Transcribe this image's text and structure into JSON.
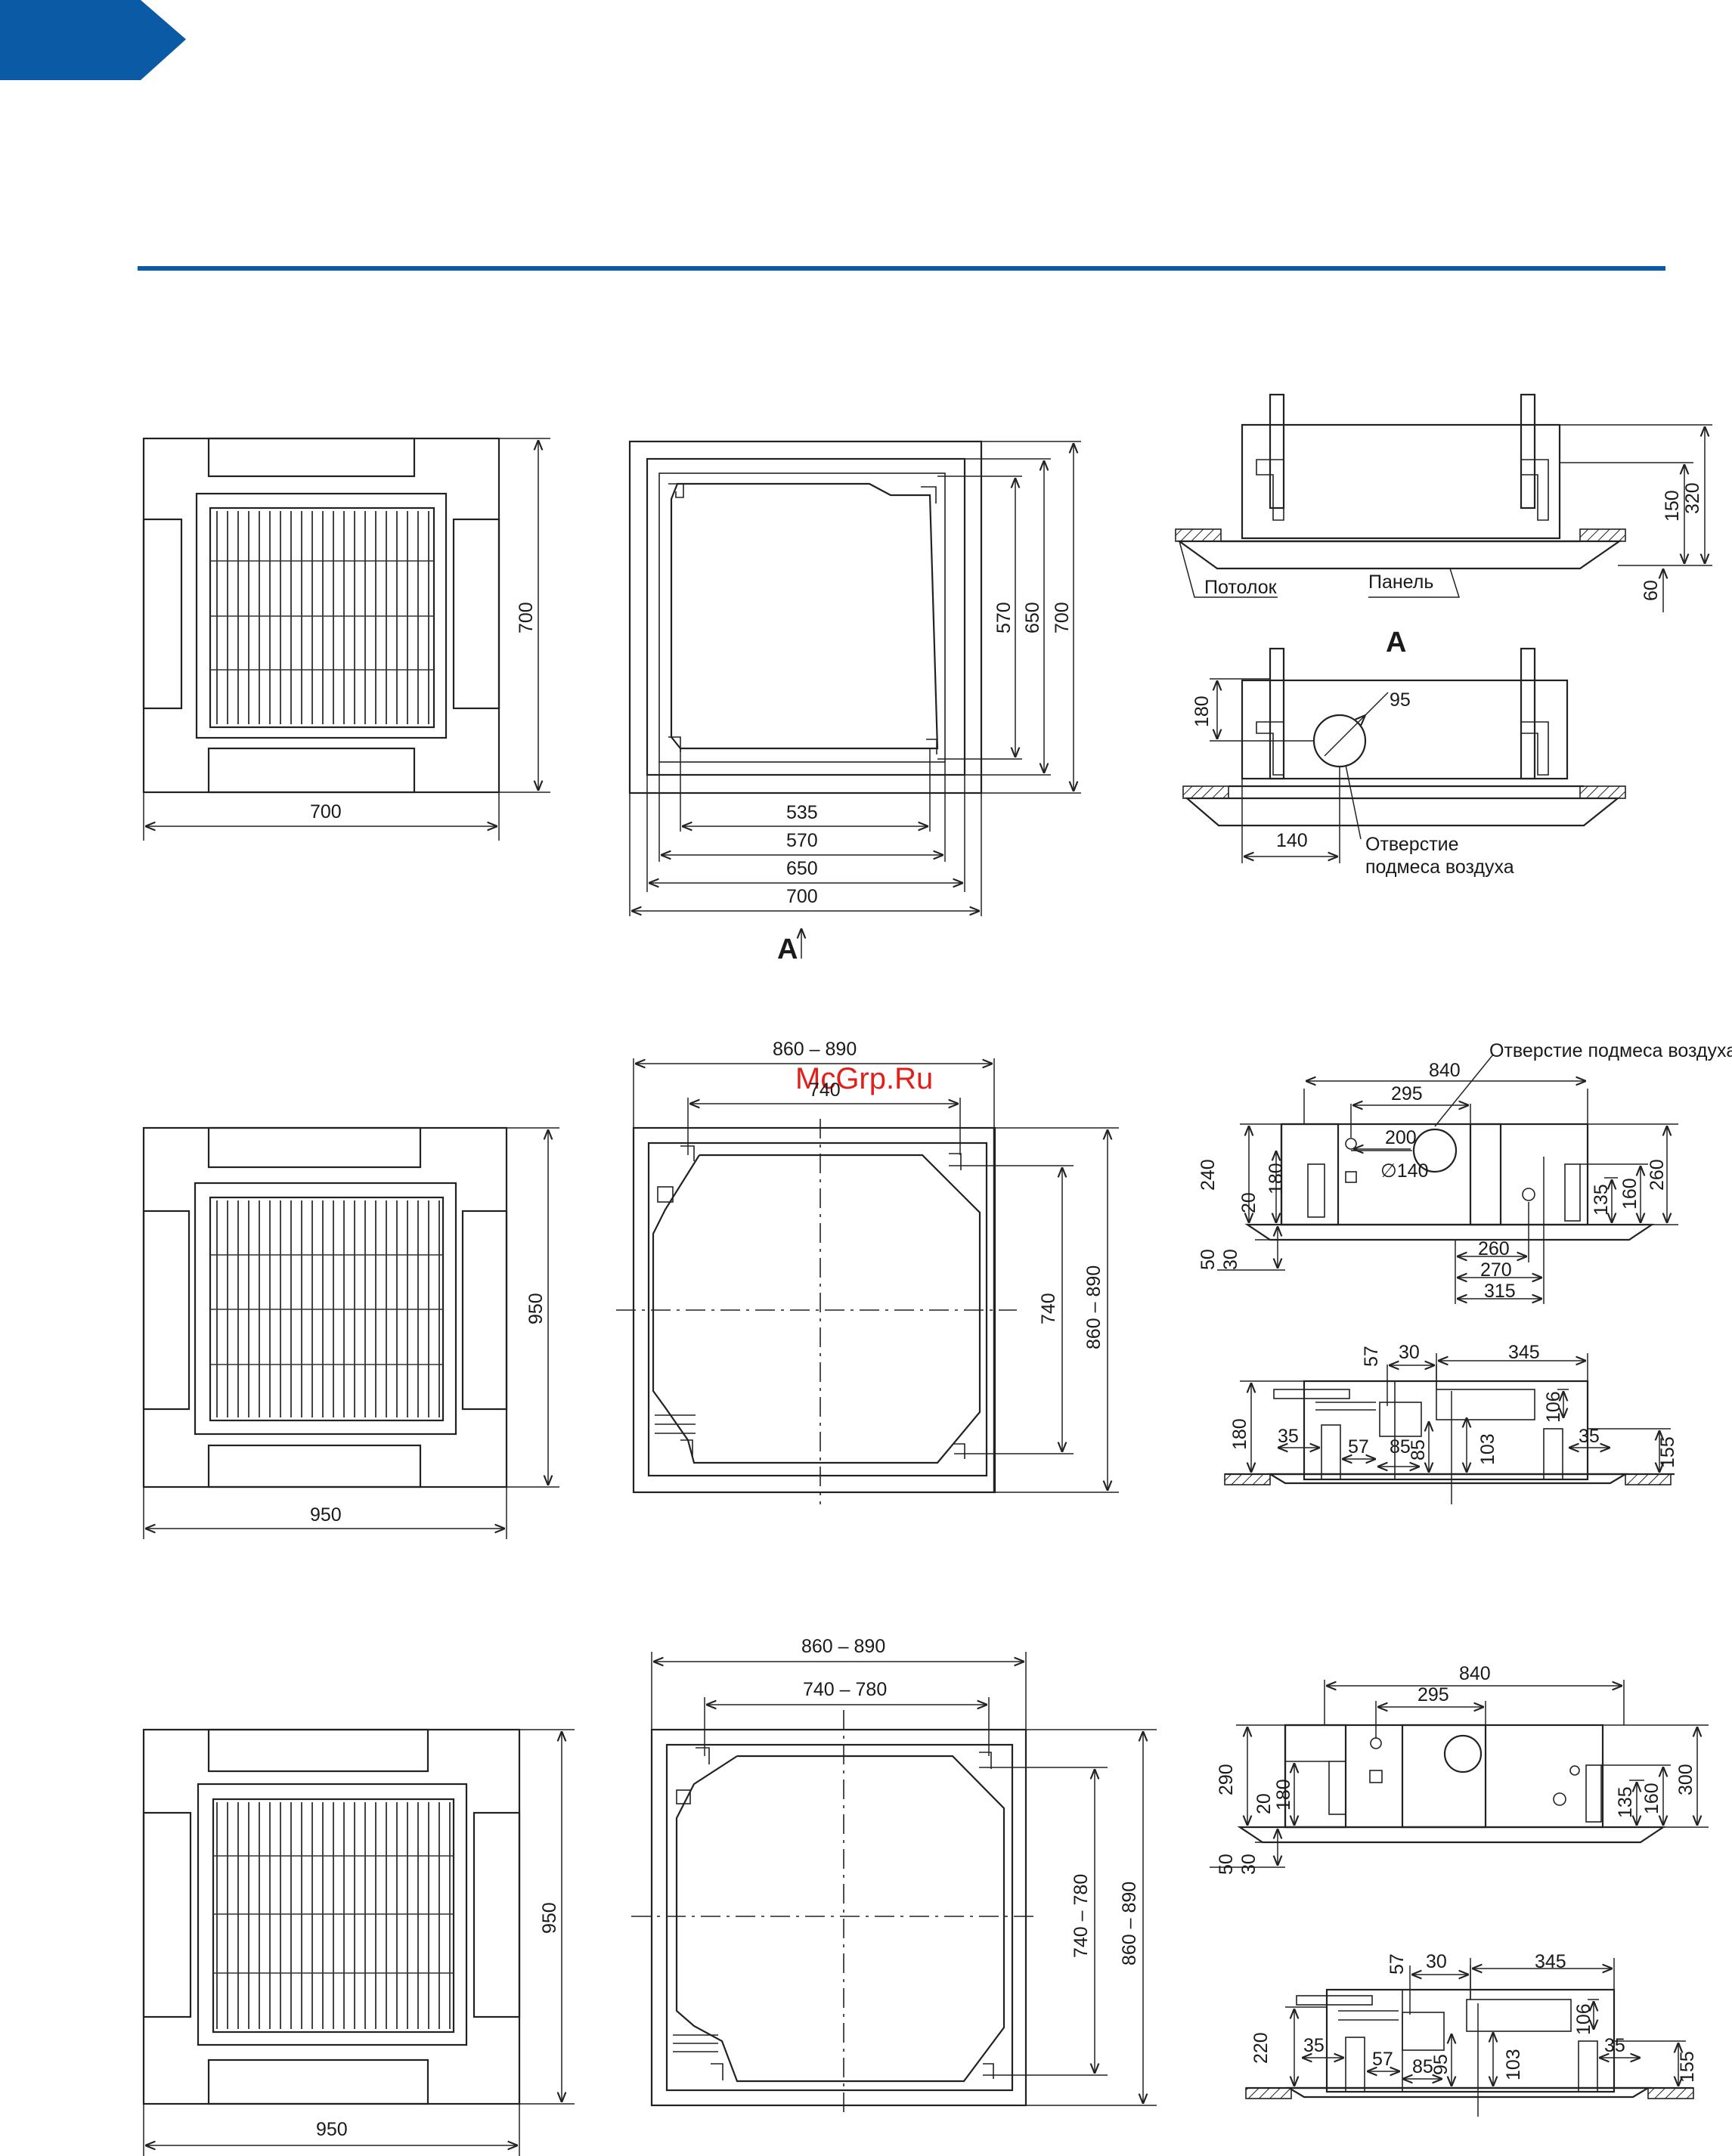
{
  "header": {
    "tab_color": "#0b5aa5",
    "rule_color": "#0b5aa5"
  },
  "watermark": {
    "text": "McGrp.Ru"
  },
  "unit1": {
    "front": {
      "width": "700",
      "height": "700"
    },
    "plan": {
      "w535": "535",
      "w570": "570",
      "w650": "650",
      "w700": "700",
      "h570": "570",
      "h650": "650",
      "h700": "700",
      "view_arrow": "A"
    },
    "section": {
      "h150": "150",
      "h320": "320",
      "h60": "60",
      "ceiling": "Потолок",
      "panel": "Панель",
      "view_a": "A"
    },
    "view_a": {
      "h180": "180",
      "d95": "95",
      "w140": "140",
      "fresh_air_l1": "Отверстие",
      "fresh_air_l2": "подмеса воздуха"
    }
  },
  "unit2": {
    "front": {
      "width": "950",
      "height": "950"
    },
    "plan": {
      "top": "860 – 890",
      "inner": "740",
      "h740": "740",
      "h860": "860 – 890"
    },
    "side": {
      "fresh_air": "Отверстие подмеса воздуха",
      "w840": "840",
      "w295": "295",
      "w200": "200",
      "dia": "∅140",
      "h240": "240",
      "h180": "180",
      "h20": "20",
      "h50": "50",
      "h30": "30",
      "h135": "135",
      "h160": "160",
      "h260": "260",
      "w260": "260",
      "w270": "270",
      "w315": "315"
    },
    "rear": {
      "h57": "57",
      "w30": "30",
      "w345": "345",
      "h106": "106",
      "h180": "180",
      "w35a": "35",
      "w57": "57",
      "w85": "85",
      "h85": "85",
      "h103": "103",
      "w35b": "35",
      "h155": "155"
    }
  },
  "unit3": {
    "front": {
      "width": "950",
      "height": "950"
    },
    "plan": {
      "top": "860 – 890",
      "inner": "740 – 780",
      "h740": "740 – 780",
      "h860": "860 – 890"
    },
    "side": {
      "w840": "840",
      "w295": "295",
      "h290": "290",
      "h180": "180",
      "h20": "20",
      "h50": "50",
      "h30": "30",
      "h135": "135",
      "h160": "160",
      "h300": "300"
    },
    "rear": {
      "h57": "57",
      "w30": "30",
      "w345": "345",
      "h106": "106",
      "h220": "220",
      "w35a": "35",
      "w57": "57",
      "w85": "85",
      "h95": "95",
      "h103": "103",
      "w35b": "35",
      "h155": "155"
    }
  }
}
